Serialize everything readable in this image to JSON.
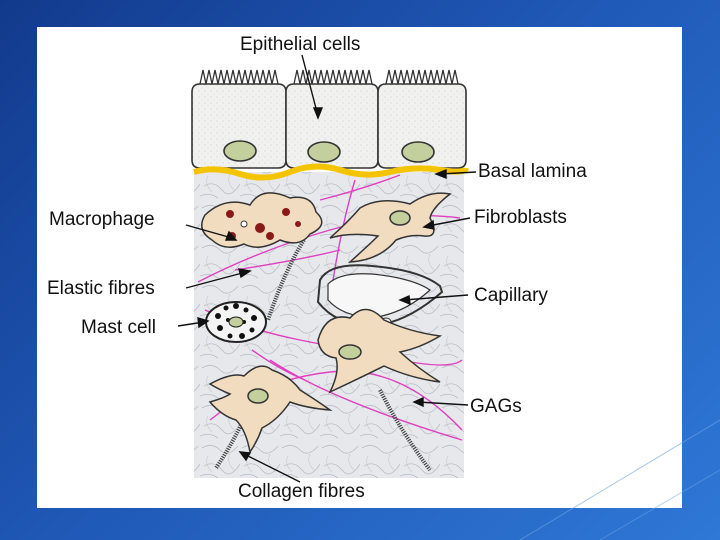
{
  "labels": {
    "epithelial": "Epithelial cells",
    "basal": "Basal lamina",
    "macrophage": "Macrophage",
    "fibroblasts": "Fibroblasts",
    "elastic": "Elastic fibres",
    "capillary": "Capillary",
    "mast": "Mast cell",
    "gags": "GAGs",
    "collagen": "Collagen fibres"
  },
  "colors": {
    "background_dark": "#123a8c",
    "background_light": "#2f78d6",
    "basal_lamina": "#f5c400",
    "elastic_fibre": "#e040c0",
    "fibroblast": "#f2dcc0",
    "macrophage_granule": "#8a1a1a"
  }
}
